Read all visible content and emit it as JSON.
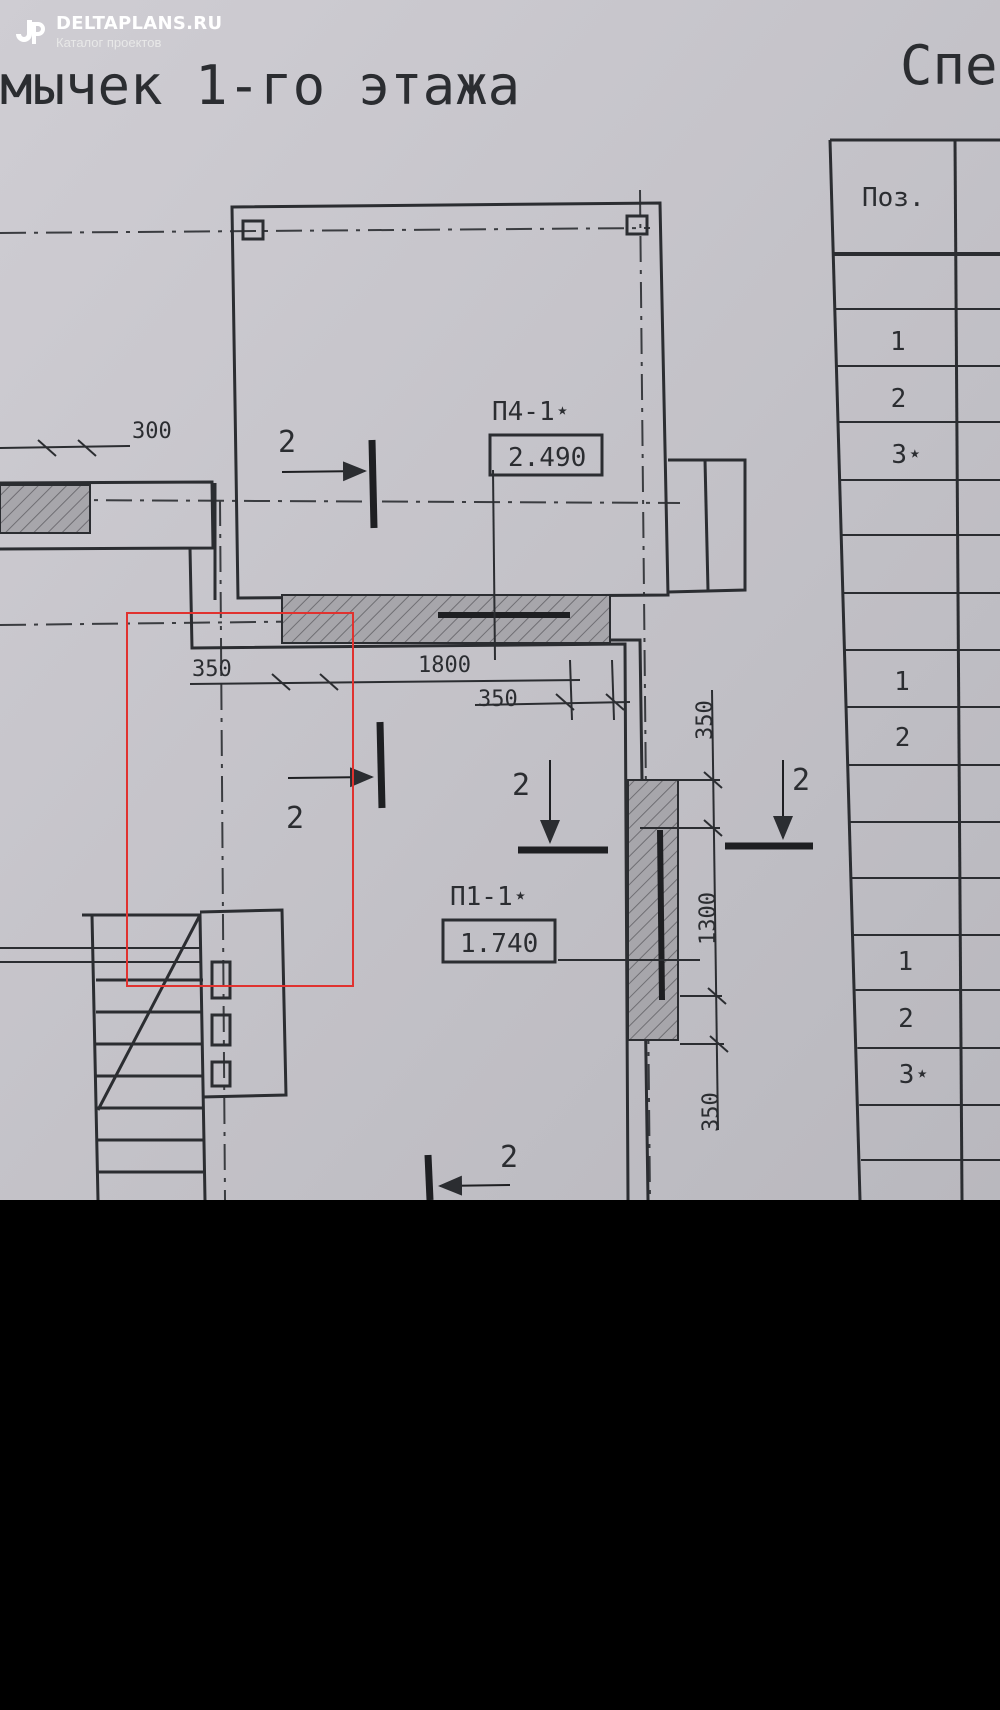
{
  "watermark": {
    "brand": "DELTAPLANS.RU",
    "tagline": "Каталог проектов",
    "icon": "dp-logo-icon"
  },
  "drawing": {
    "title": "мычек 1-го этажа",
    "table_title_fragment": "Спе",
    "spec_header": "Поз.",
    "marks": [
      {
        "code": "П4-1⋆",
        "level": "2.490"
      },
      {
        "code": "П1-1⋆",
        "level": "1.740"
      }
    ],
    "dimensions": [
      "300",
      "350",
      "1800",
      "350",
      "350",
      "1300",
      "350"
    ],
    "section_label": "2",
    "spec_rows": [
      "1",
      "2",
      "3⋆",
      "1",
      "2",
      "1",
      "2",
      "3⋆"
    ]
  },
  "colors": {
    "paper": "#c6c5cb",
    "ink": "#2b2d31",
    "highlight": "#e0322f",
    "hatch": "#8f8e93",
    "background": "#000000"
  }
}
